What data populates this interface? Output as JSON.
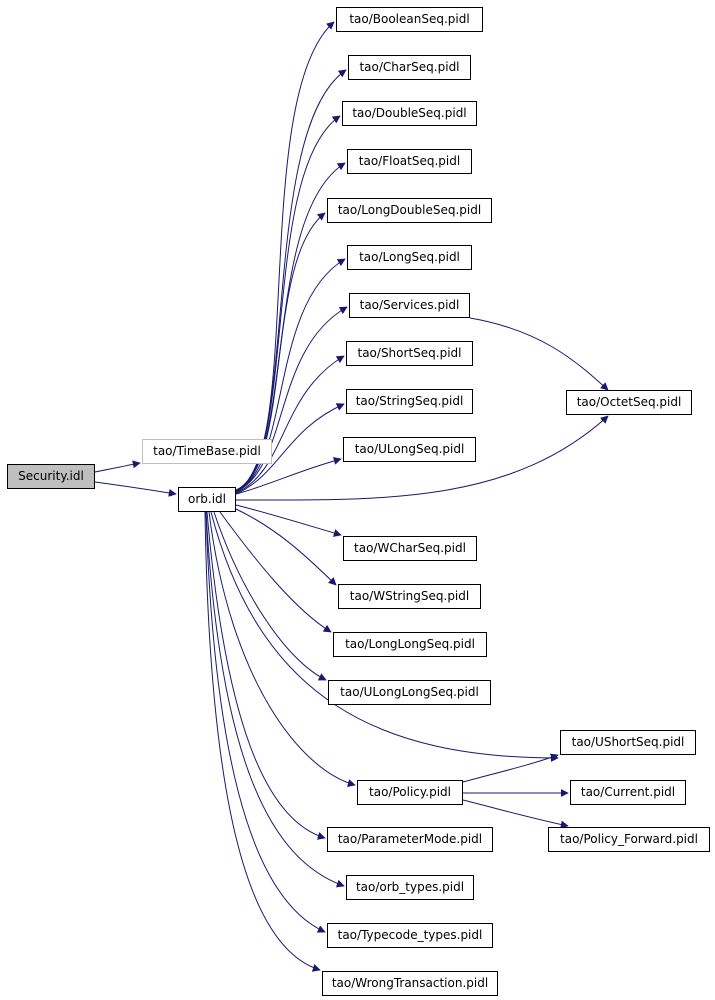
{
  "diagram": {
    "edge_color": "#191970",
    "nodes": {
      "security": "Security.idl",
      "timebase": "tao/TimeBase.pidl",
      "orb": "orb.idl",
      "booleanseq": "tao/BooleanSeq.pidl",
      "charseq": "tao/CharSeq.pidl",
      "doubleseq": "tao/DoubleSeq.pidl",
      "floatseq": "tao/FloatSeq.pidl",
      "longdoubleseq": "tao/LongDoubleSeq.pidl",
      "longseq": "tao/LongSeq.pidl",
      "services": "tao/Services.pidl",
      "shortseq": "tao/ShortSeq.pidl",
      "stringseq": "tao/StringSeq.pidl",
      "ulongseq": "tao/ULongSeq.pidl",
      "octetseq": "tao/OctetSeq.pidl",
      "wcharseq": "tao/WCharSeq.pidl",
      "wstringseq": "tao/WStringSeq.pidl",
      "longlongseq": "tao/LongLongSeq.pidl",
      "ulonglongseq": "tao/ULongLongSeq.pidl",
      "ushortseq": "tao/UShortSeq.pidl",
      "policy": "tao/Policy.pidl",
      "current": "tao/Current.pidl",
      "policyforward": "tao/Policy_Forward.pidl",
      "parametermode": "tao/ParameterMode.pidl",
      "orbtypes": "tao/orb_types.pidl",
      "typecodetypes": "tao/Typecode_types.pidl",
      "wrongtransaction": "tao/WrongTransaction.pidl"
    }
  }
}
